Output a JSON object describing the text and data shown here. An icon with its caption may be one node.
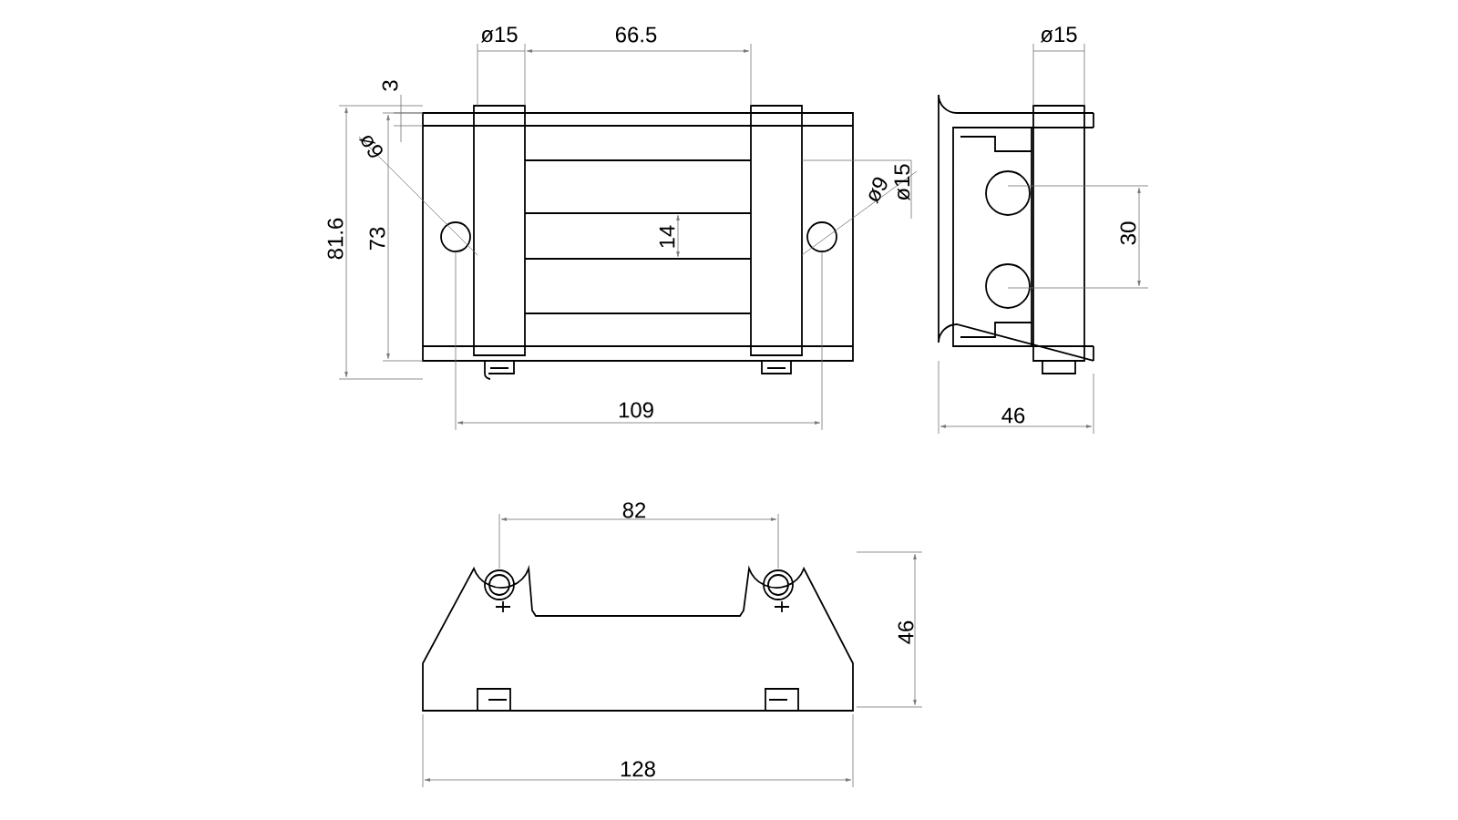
{
  "diagram": {
    "labels": [
      "ø15",
      "66.5",
      "3",
      "ø9",
      "81.6",
      "73",
      "14",
      "ø9",
      "ø15",
      "109",
      "ø15",
      "30",
      "46",
      "82",
      "46",
      "128"
    ]
  }
}
